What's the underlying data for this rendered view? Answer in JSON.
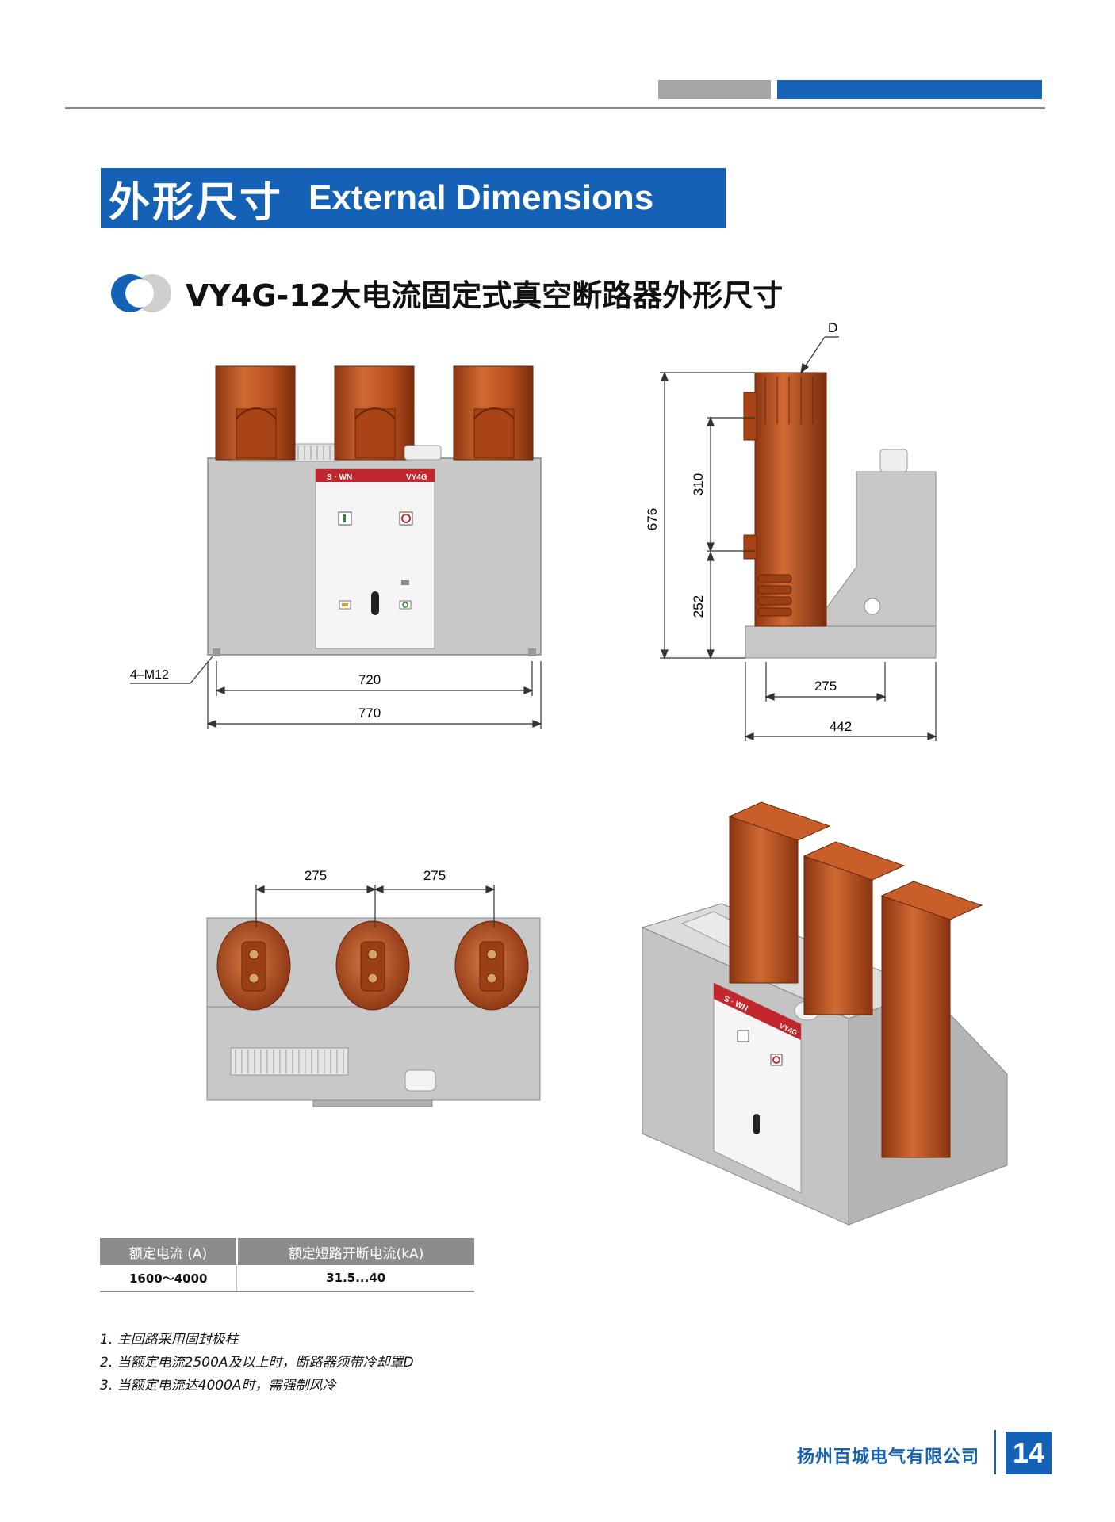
{
  "header": {
    "section_title_cn": "外形尺寸",
    "section_title_en": "External Dimensions",
    "subtitle": "VY4G-12大电流固定式真空断路器外形尺寸"
  },
  "front_view": {
    "panel_brand": "S · WN",
    "panel_model": "VY4G",
    "label_mount": "4–M12",
    "dim_inner": "720",
    "dim_outer": "770"
  },
  "side_view": {
    "label_cover": "D",
    "dim_height": "676",
    "dim_upper": "310",
    "dim_lower": "252",
    "dim_base": "275",
    "dim_depth": "442"
  },
  "top_view": {
    "pitch_left": "275",
    "pitch_right": "275"
  },
  "iso_view": {
    "panel_brand": "S · WN",
    "panel_model": "VY4G"
  },
  "spec_table": {
    "headers": [
      "额定电流 (A)",
      "额定短路开断电流(kA)"
    ],
    "rows": [
      [
        "1600～4000",
        "31.5...40"
      ]
    ]
  },
  "notes": [
    "1. 主回路采用固封极柱",
    "2. 当额定电流2500A及以上时，断路器须带冷却罩D",
    "3. 当额定电流达4000A时，需强制风冷"
  ],
  "footer": {
    "company": "扬州百城电气有限公司",
    "page_number": "14"
  },
  "colors": {
    "brand_blue": "#1461b6",
    "pole_orange": "#b9501f",
    "cabinet_gray": "#c8c8c8"
  }
}
